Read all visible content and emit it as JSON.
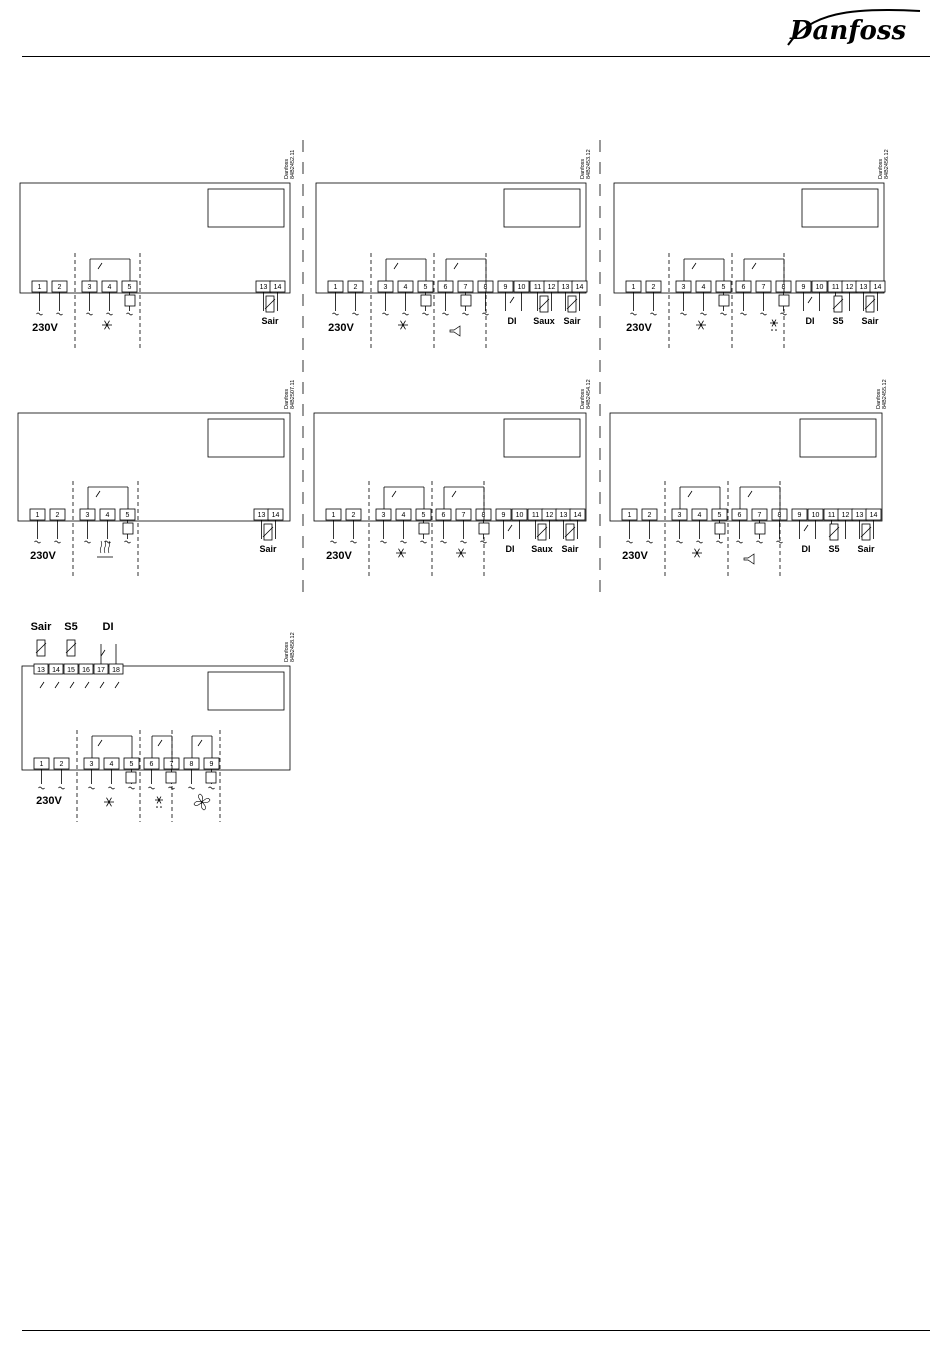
{
  "header": {
    "brand": "Danfoss"
  },
  "diagrams": [
    {
      "code": "Danfoss\n84B2452.11",
      "voltage": "230V",
      "sensors": [
        "Sair"
      ]
    },
    {
      "code": "Danfoss\n84B2453.12",
      "voltage": "230V",
      "sensors": [
        "DI",
        "Saux",
        "Sair"
      ]
    },
    {
      "code": "Danfoss\n84B2456.12",
      "voltage": "230V",
      "sensors": [
        "DI",
        "S5",
        "Sair"
      ]
    },
    {
      "code": "Danfoss\n84B2507.11",
      "voltage": "230V",
      "sensors": [
        "Sair"
      ]
    },
    {
      "code": "Danfoss\n84B2454.12",
      "voltage": "230V",
      "sensors": [
        "DI",
        "Saux",
        "Sair"
      ]
    },
    {
      "code": "Danfoss\n84B2455.12",
      "voltage": "230V",
      "sensors": [
        "DI",
        "S5",
        "Sair"
      ]
    },
    {
      "code": "Danfoss\n84B2458.12",
      "voltage": "230V",
      "sensors": [
        "Sair",
        "S5",
        "DI"
      ]
    }
  ],
  "colors": {
    "ink": "#000000",
    "background": "#ffffff"
  }
}
